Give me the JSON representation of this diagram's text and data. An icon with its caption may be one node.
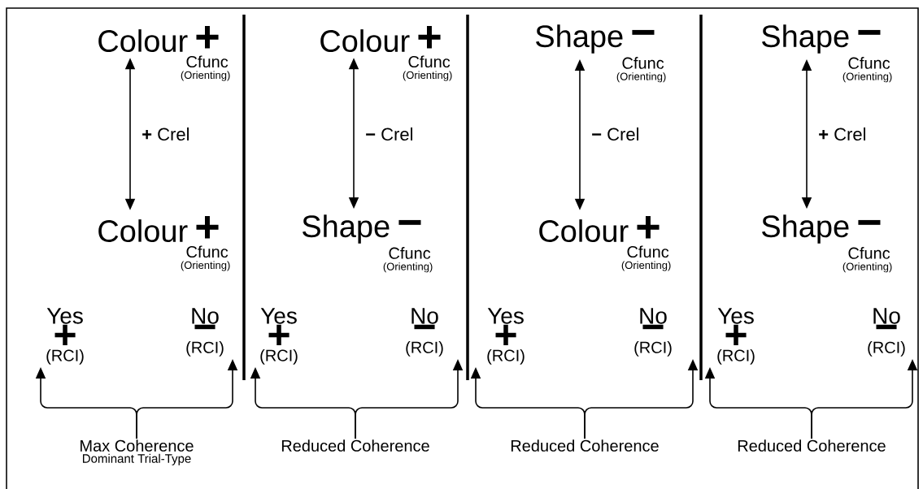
{
  "diagram": {
    "nodes": [
      {
        "text": [
          "Colour",
          "+",
          "Cfunc",
          "(Orienting)"
        ]
      },
      {
        "text": [
          "Colour",
          "+",
          "Cfunc",
          "(Orienting)"
        ]
      },
      {
        "text": [
          "Yes",
          "+",
          "(RCI)"
        ]
      },
      {
        "text": [
          "No",
          "−",
          "(RCI)"
        ]
      },
      {
        "text": [
          "Max Coherence",
          "Dominant Trial-Type"
        ]
      },
      {
        "text": [
          "Colour",
          "+",
          "Cfunc",
          "(Orienting)"
        ]
      },
      {
        "text": [
          "Shape",
          "−",
          "Cfunc",
          "(Orienting)"
        ]
      },
      {
        "text": [
          "Yes",
          "+",
          "(RCI)"
        ]
      },
      {
        "text": [
          "No",
          "−",
          "(RCI)"
        ]
      },
      {
        "text": [
          "Reduced Coherence"
        ]
      },
      {
        "text": [
          "Shape",
          "−",
          "Cfunc",
          "(Orienting)"
        ]
      },
      {
        "text": [
          "Colour",
          "+",
          "Cfunc",
          "(Orienting)"
        ]
      },
      {
        "text": [
          "Yes",
          "+",
          "(RCI)"
        ]
      },
      {
        "text": [
          "No",
          "−",
          "(RCI)"
        ]
      },
      {
        "text": [
          "Reduced Coherence"
        ]
      },
      {
        "text": [
          "Shape",
          "−",
          "Cfunc",
          "(Orienting)"
        ]
      },
      {
        "text": [
          "Shape",
          "−",
          "Cfunc",
          "(Orienting)"
        ]
      },
      {
        "text": [
          "Yes",
          "+",
          "(RCI)"
        ]
      },
      {
        "text": [
          "No",
          "−",
          "(RCI)"
        ]
      },
      {
        "text": [
          "Reduced Coherence"
        ]
      }
    ],
    "edges": [
      {
        "from": 0,
        "to": 1,
        "arrow": "both",
        "label": "**+** Crel"
      },
      {
        "from": 4,
        "to": 2,
        "arrow": "to"
      },
      {
        "from": 4,
        "to": 3,
        "arrow": "to"
      },
      {
        "from": 5,
        "to": 6,
        "arrow": "both",
        "label": "**−** Crel"
      },
      {
        "from": 9,
        "to": 7,
        "arrow": "to"
      },
      {
        "from": 9,
        "to": 8,
        "arrow": "to"
      },
      {
        "from": 10,
        "to": 11,
        "arrow": "both",
        "label": "**−** Crel"
      },
      {
        "from": 14,
        "to": 12,
        "arrow": "to"
      },
      {
        "from": 14,
        "to": 13,
        "arrow": "to"
      },
      {
        "from": 15,
        "to": 16,
        "arrow": "both",
        "label": "**+** Crel"
      },
      {
        "from": 19,
        "to": 17,
        "arrow": "to"
      },
      {
        "from": 19,
        "to": 18,
        "arrow": "to"
      }
    ]
  }
}
